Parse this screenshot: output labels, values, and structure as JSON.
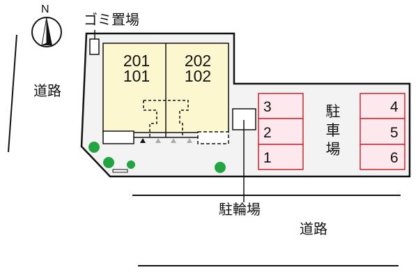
{
  "compass": {
    "label": "N",
    "icon": "north-arrow-icon"
  },
  "labels": {
    "garbage": "ゴミ置場",
    "road_left": "道路",
    "road_bottom": "道路",
    "bicycle_parking": "駐輪場",
    "parking": [
      "駐",
      "車",
      "場"
    ]
  },
  "building": {
    "units": [
      {
        "upper": "201",
        "lower": "101"
      },
      {
        "upper": "202",
        "lower": "102"
      }
    ]
  },
  "parking": {
    "left_slots": [
      "3",
      "2",
      "1"
    ],
    "right_slots": [
      "4",
      "5",
      "6"
    ]
  },
  "colors": {
    "lot_fill": "#f3f3f3",
    "building_fill": "#fdf7cf",
    "parking_fill": "#fde8ee",
    "parking_border": "#d0222e",
    "tree": "#22a540",
    "line": "#111111"
  }
}
